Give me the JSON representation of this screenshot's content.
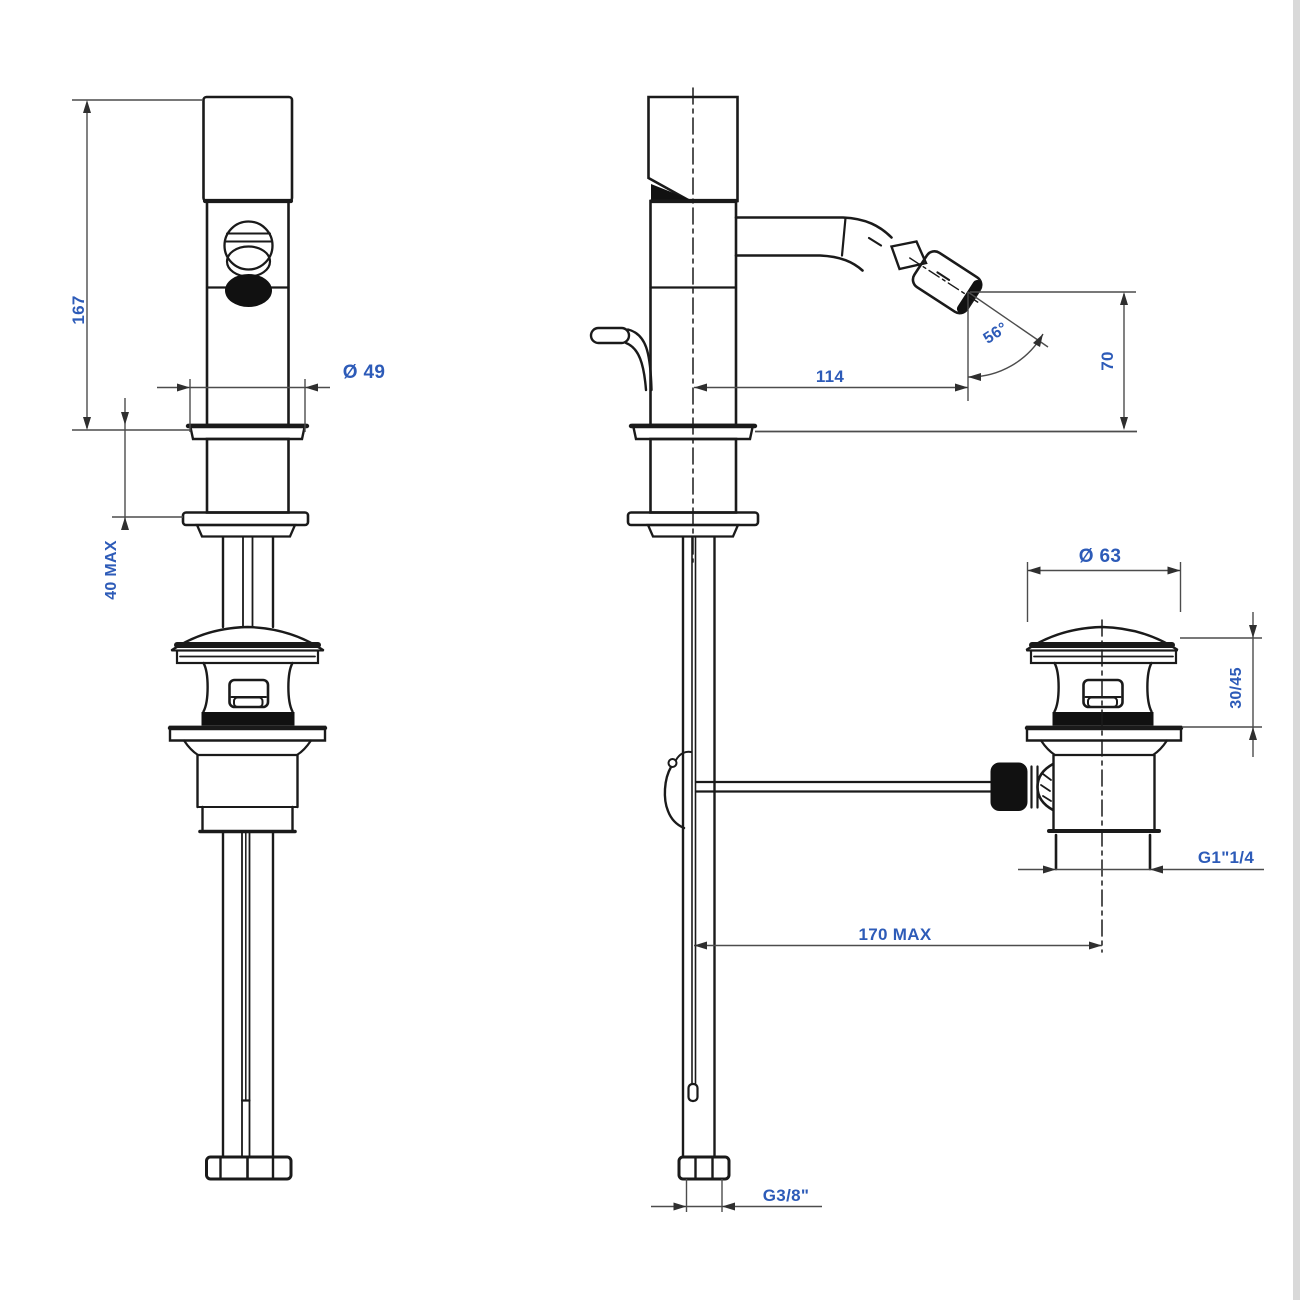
{
  "drawing": {
    "subject": "bidet mixer faucet with pop-up waste - dimensional technical drawing",
    "views": [
      "front view",
      "side view",
      "pop-up waste side view"
    ],
    "colors": {
      "object_line": "#1a1a1a",
      "dimension_line": "#4c4c4c",
      "label_text": "#2d5bb8",
      "background": "#ffffff"
    }
  },
  "labels": {
    "height_total": "167",
    "base_diameter": "Ø 49",
    "counter_thickness": "40 MAX",
    "spout_reach": "114",
    "spout_angle": "56°",
    "spout_height": "70",
    "waste_cap_diameter": "Ø 63",
    "waste_height_range": "30/45",
    "waste_thread": "G1\"1/4",
    "rod_projection": "170 MAX",
    "supply_thread": "G3/8\""
  }
}
